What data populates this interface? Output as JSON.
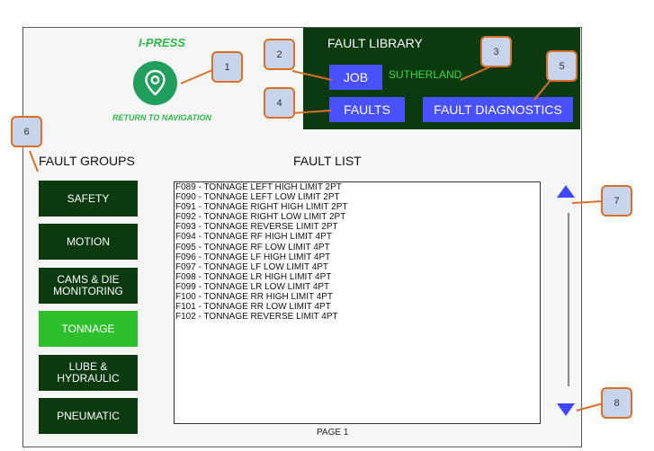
{
  "header": {
    "brand": "I-PRESS",
    "return_label": "RETURN TO NAVIGATION",
    "library_title": "FAULT LIBRARY",
    "job_label": "JOB",
    "job_value": "SUTHERLAND",
    "faults_label": "FAULTS",
    "diagnostics_label": "FAULT DIAGNOSTICS"
  },
  "groups": {
    "heading": "FAULT GROUPS",
    "items": [
      {
        "label": "SAFETY"
      },
      {
        "label": "MOTION"
      },
      {
        "label": "CAMS & DIE MONITORING"
      },
      {
        "label": "TONNAGE",
        "active": true
      },
      {
        "label": "LUBE & HYDRAULIC"
      },
      {
        "label": "PNEUMATIC"
      }
    ]
  },
  "fault_list": {
    "heading": "FAULT LIST",
    "items": [
      "F089 - TONNAGE LEFT HIGH LIMIT 2PT",
      "F090 - TONNAGE LEFT LOW LIMIT 2PT",
      "F091 - TONNAGE RIGHT HIGH LIMIT 2PT",
      "F092 - TONNAGE RIGHT LOW LIMIT 2PT",
      "F093 - TONNAGE REVERSE LIMIT 2PT",
      "F094 - TONNAGE RF HIGH LIMIT 4PT",
      "F095 - TONNAGE RF LOW LIMIT 4PT",
      "F096 - TONNAGE LF HIGH LIMIT 4PT",
      "F097 - TONNAGE LF LOW LIMIT 4PT",
      "F098 - TONNAGE LR HIGH LIMIT 4PT",
      "F099 - TONNAGE LR LOW LIMIT 4PT",
      "F100 - TONNAGE RR HIGH LIMIT 4PT",
      "F101 - TONNAGE RR LOW LIMIT 4PT",
      "F102 - TONNAGE REVERSE LIMIT 4PT"
    ],
    "page_label": "PAGE  1"
  },
  "callouts": [
    "1",
    "2",
    "3",
    "4",
    "5",
    "6",
    "7",
    "8"
  ],
  "colors": {
    "dark_green": "#0a3a0d",
    "active_green": "#2ec02c",
    "button_blue": "#4850ff",
    "accent_green": "#2fb64b",
    "callout_border": "#d9702a"
  },
  "icons": {
    "navigation": "location-pin-icon",
    "scroll_up": "triangle-up-icon",
    "scroll_down": "triangle-down-icon"
  }
}
